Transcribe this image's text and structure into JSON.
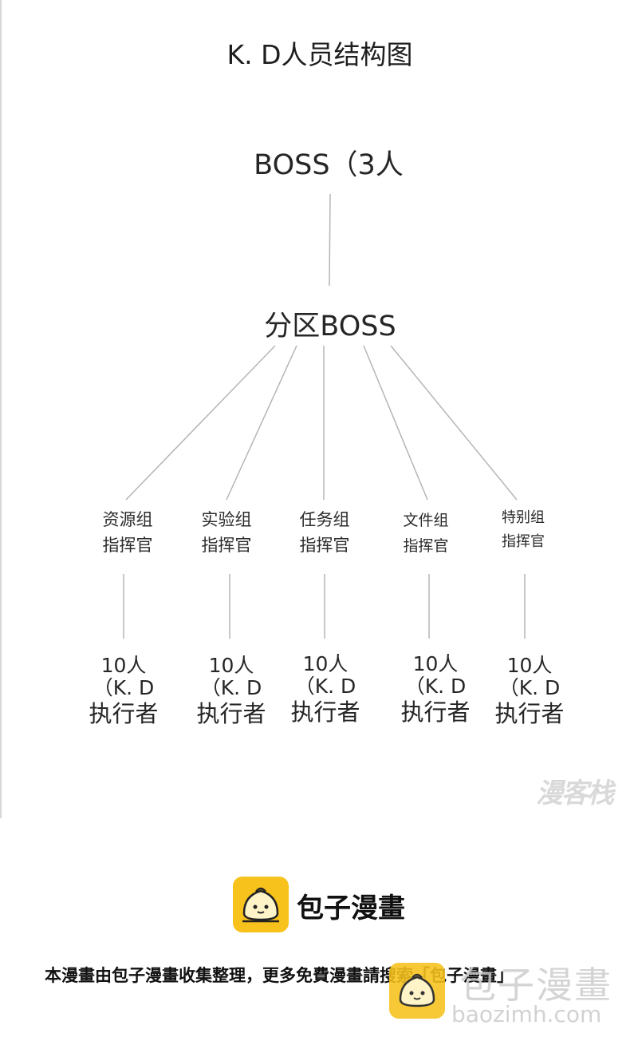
{
  "diagram": {
    "title": "K. D人员结构图",
    "top_node": "BOSS（3人",
    "middle_node": "分区BOSS",
    "groups": [
      {
        "line1": "资源组",
        "line2": "指挥官",
        "exec_line1": "10人",
        "exec_line2": "（K. D",
        "exec_line3": "执行者"
      },
      {
        "line1": "实验组",
        "line2": "指挥官",
        "exec_line1": "10人",
        "exec_line2": "（K. D",
        "exec_line3": "执行者"
      },
      {
        "line1": "任务组",
        "line2": "指挥官",
        "exec_line1": "10人",
        "exec_line2": "（K. D",
        "exec_line3": "执行者"
      },
      {
        "line1": "文件组",
        "line2": "指挥官",
        "exec_line1": "10人",
        "exec_line2": "（K. D",
        "exec_line3": "执行者"
      },
      {
        "line1": "特别组",
        "line2": "指挥官",
        "exec_line1": "10人",
        "exec_line2": "（K. D",
        "exec_line3": "执行者"
      }
    ]
  },
  "watermark_side": "漫客栈",
  "footer": {
    "brand_name": "包子漫畫",
    "note": "本漫畫由包子漫畫收集整理，更多免費漫畫請搜索「包子漫畫」",
    "watermark_text": "包子漫畫",
    "watermark_url": "baozimh.com"
  },
  "colors": {
    "brand_yellow": "#f7c21b",
    "line": "#b5b5b5",
    "text": "#222222"
  }
}
